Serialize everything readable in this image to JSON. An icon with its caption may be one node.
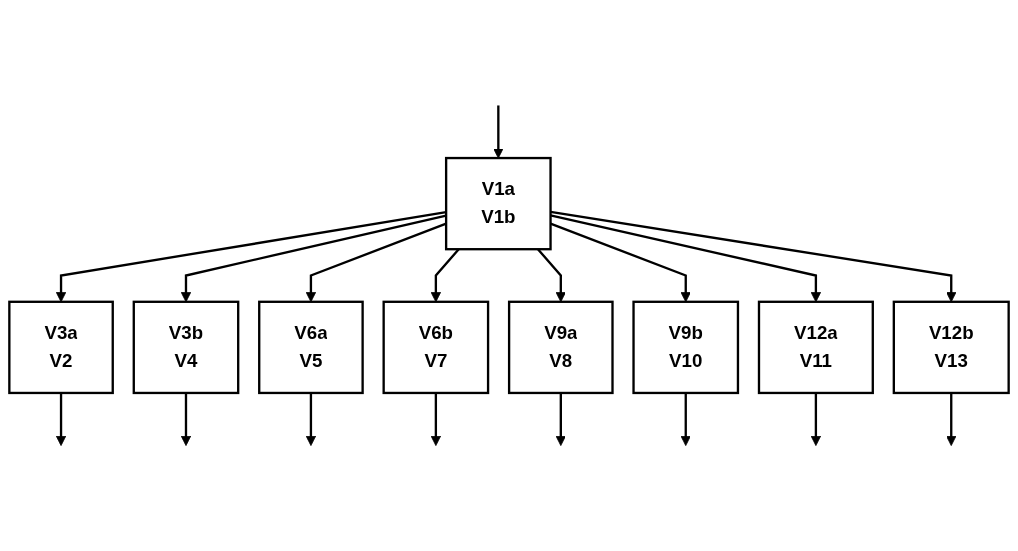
{
  "diagram": {
    "nodes": [
      {
        "text": [
          "V1a",
          "V1b"
        ]
      },
      {
        "text": [
          "V3a",
          "V2"
        ]
      },
      {
        "text": [
          "V3b",
          "V4"
        ]
      },
      {
        "text": [
          "V6a",
          "V5"
        ]
      },
      {
        "text": [
          "V6b",
          "V7"
        ]
      },
      {
        "text": [
          "V9a",
          "V8"
        ]
      },
      {
        "text": [
          "V9b",
          "V10"
        ]
      },
      {
        "text": [
          "V12a",
          "V11"
        ]
      },
      {
        "text": [
          "V12b",
          "V13"
        ]
      }
    ],
    "edges": [
      {
        "from": null,
        "to": 0,
        "arrow": "to"
      },
      {
        "from": 0,
        "to": 1,
        "arrow": "to"
      },
      {
        "from": 0,
        "to": 2,
        "arrow": "to"
      },
      {
        "from": 0,
        "to": 3,
        "arrow": "to"
      },
      {
        "from": 0,
        "to": 4,
        "arrow": "to"
      },
      {
        "from": 0,
        "to": 5,
        "arrow": "to"
      },
      {
        "from": 0,
        "to": 6,
        "arrow": "to"
      },
      {
        "from": 0,
        "to": 7,
        "arrow": "to"
      },
      {
        "from": 0,
        "to": 8,
        "arrow": "to"
      },
      {
        "from": 1,
        "to": null,
        "arrow": "to"
      },
      {
        "from": 2,
        "to": null,
        "arrow": "to"
      },
      {
        "from": 3,
        "to": null,
        "arrow": "to"
      },
      {
        "from": 4,
        "to": null,
        "arrow": "to"
      },
      {
        "from": 5,
        "to": null,
        "arrow": "to"
      },
      {
        "from": 6,
        "to": null,
        "arrow": "to"
      },
      {
        "from": 7,
        "to": null,
        "arrow": "to"
      },
      {
        "from": 8,
        "to": null,
        "arrow": "to"
      }
    ]
  }
}
